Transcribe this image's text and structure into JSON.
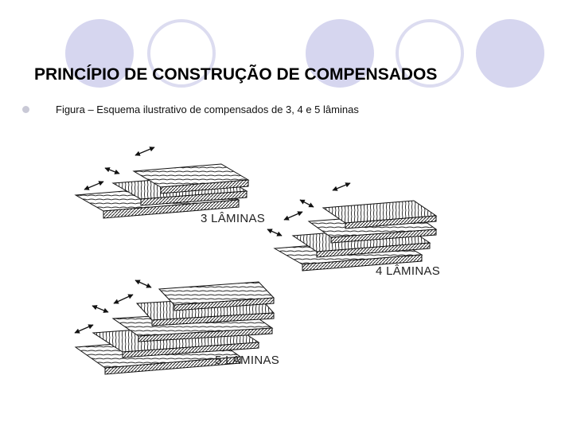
{
  "slide": {
    "title": "PRINCÍPIO DE CONSTRUÇÃO DE COMPENSADOS",
    "bullet_text": "Figura – Esquema ilustrativo de compensados de 3, 4 e 5 lâminas"
  },
  "figure": {
    "label_3": "3 LÂMINAS",
    "label_4": "4 LÂMINAS",
    "label_5": "5 LÂMINAS"
  },
  "colors": {
    "circle_fill": "#d6d6ef",
    "circle_ring": "#dcdcf0",
    "bullet": "#c9c9d6"
  }
}
